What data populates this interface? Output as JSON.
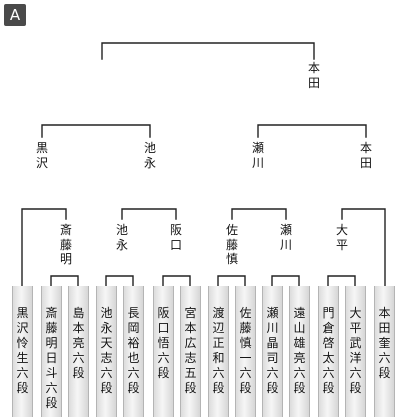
{
  "block_label": "A",
  "players": [
    "黒沢怜生六段",
    "斎藤明日斗六段",
    "島本　亮六段",
    "池永天志六段",
    "長岡裕也六段",
    "阪口　悟六段",
    "宮本広志五段",
    "渡辺正和六段",
    "佐藤慎一六段",
    "瀬川晶司六段",
    "遠山雄亮六段",
    "門倉啓太六段",
    "大平武洋六段",
    "本田　奎六段"
  ],
  "round1_winners": [
    "斎藤明",
    "池永",
    "阪口",
    "佐藤慎",
    "瀬川",
    "大平"
  ],
  "round2_winners": [
    "黒沢",
    "池永",
    "瀬川",
    "本田"
  ],
  "round3_winners": [
    "黒沢",
    "本田"
  ],
  "champion": "本田"
}
